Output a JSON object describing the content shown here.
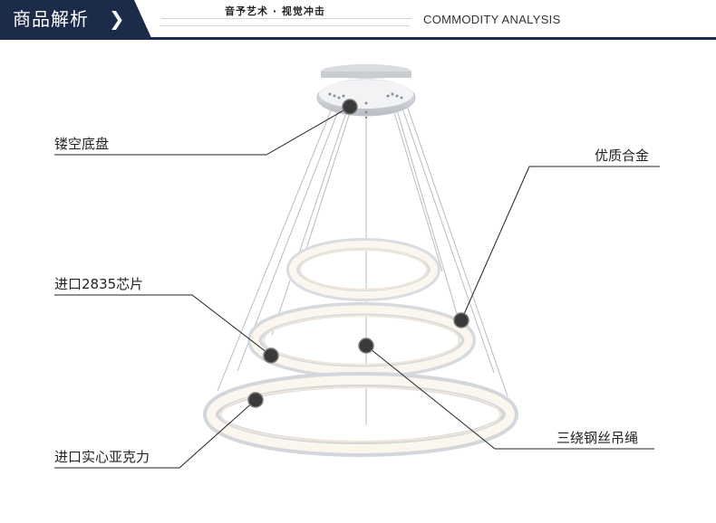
{
  "header": {
    "title": "商品解析",
    "chevron": "❯",
    "tagline": "音予艺术 · 视觉冲击",
    "english": "COMMODITY ANALYSIS"
  },
  "colors": {
    "header_dark": "#1c2b4a",
    "callout_line": "#222222",
    "marker": "#3a3a3a"
  },
  "callouts": [
    {
      "id": "hollow-base",
      "label": "镂空底盘"
    },
    {
      "id": "quality-alloy",
      "label": "优质合金"
    },
    {
      "id": "imported-chip",
      "label": "进口2835芯片"
    },
    {
      "id": "steel-wire",
      "label": "三绕钢丝吊绳"
    },
    {
      "id": "solid-acrylic",
      "label": "进口实心亚克力"
    }
  ]
}
